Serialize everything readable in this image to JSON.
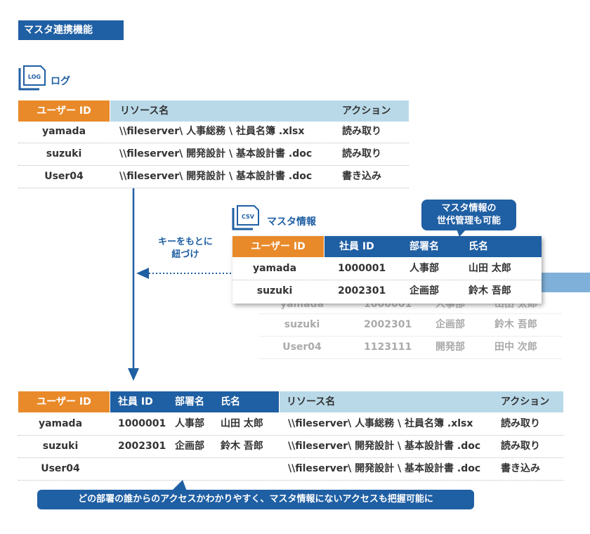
{
  "page_title": "マスタ連携機能",
  "log_section": {
    "icon_text": "LOG",
    "label": "ログ",
    "headers": [
      "ユーザー ID",
      "リソース名",
      "アクション"
    ],
    "rows": [
      [
        "yamada",
        "\\\\fileserver\\ 人事総務 \\ 社員名簿 .xlsx",
        "読み取り"
      ],
      [
        "suzuki",
        "\\\\fileserver\\ 開発設計 \\ 基本設計書 .doc",
        "読み取り"
      ],
      [
        "User04",
        "\\\\fileserver\\ 開発設計 \\ 基本設計書 .doc",
        "書き込み"
      ]
    ]
  },
  "master_section": {
    "icon_text": "CSV",
    "label": "マスタ情報",
    "callout_line1": "マスタ情報の",
    "callout_line2": "世代管理も可能",
    "key_line1": "キーをもとに",
    "key_line2": "紐づけ",
    "headers": [
      "ユーザー ID",
      "社員 ID",
      "部署名",
      "氏名"
    ],
    "rows": [
      [
        "yamada",
        "1000001",
        "人事部",
        "山田 太郎"
      ],
      [
        "suzuki",
        "2002301",
        "企画部",
        "鈴木 吾郎"
      ]
    ],
    "back_rows": [
      [
        "yamada",
        "1000001",
        "人事部",
        "山田 太郎"
      ],
      [
        "suzuki",
        "2002301",
        "企画部",
        "鈴木 吾郎"
      ],
      [
        "User04",
        "1123111",
        "開発部",
        "田中 次郎"
      ]
    ]
  },
  "result_section": {
    "headers": [
      "ユーザー ID",
      "社員 ID",
      "部署名",
      "氏名",
      "リソース名",
      "アクション"
    ],
    "rows": [
      [
        "yamada",
        "1000001",
        "人事部",
        "山田 太郎",
        "\\\\fileserver\\ 人事総務 \\ 社員名簿 .xlsx",
        "読み取り"
      ],
      [
        "suzuki",
        "2002301",
        "企画部",
        "鈴木 吾郎",
        "\\\\fileserver\\ 開発設計 \\ 基本設計書 .doc",
        "読み取り"
      ],
      [
        "User04",
        "",
        "",
        "",
        "\\\\fileserver\\ 開発設計 \\ 基本設計書 .doc",
        "書き込み"
      ]
    ],
    "note": "どの部署の誰からのアクセスかわかりやすく、マスタ情報にないアクセスも把握可能に"
  },
  "colors": {
    "blue": "#1f5fa3",
    "orange": "#e98a2a",
    "light_blue": "#b9d9e8"
  }
}
